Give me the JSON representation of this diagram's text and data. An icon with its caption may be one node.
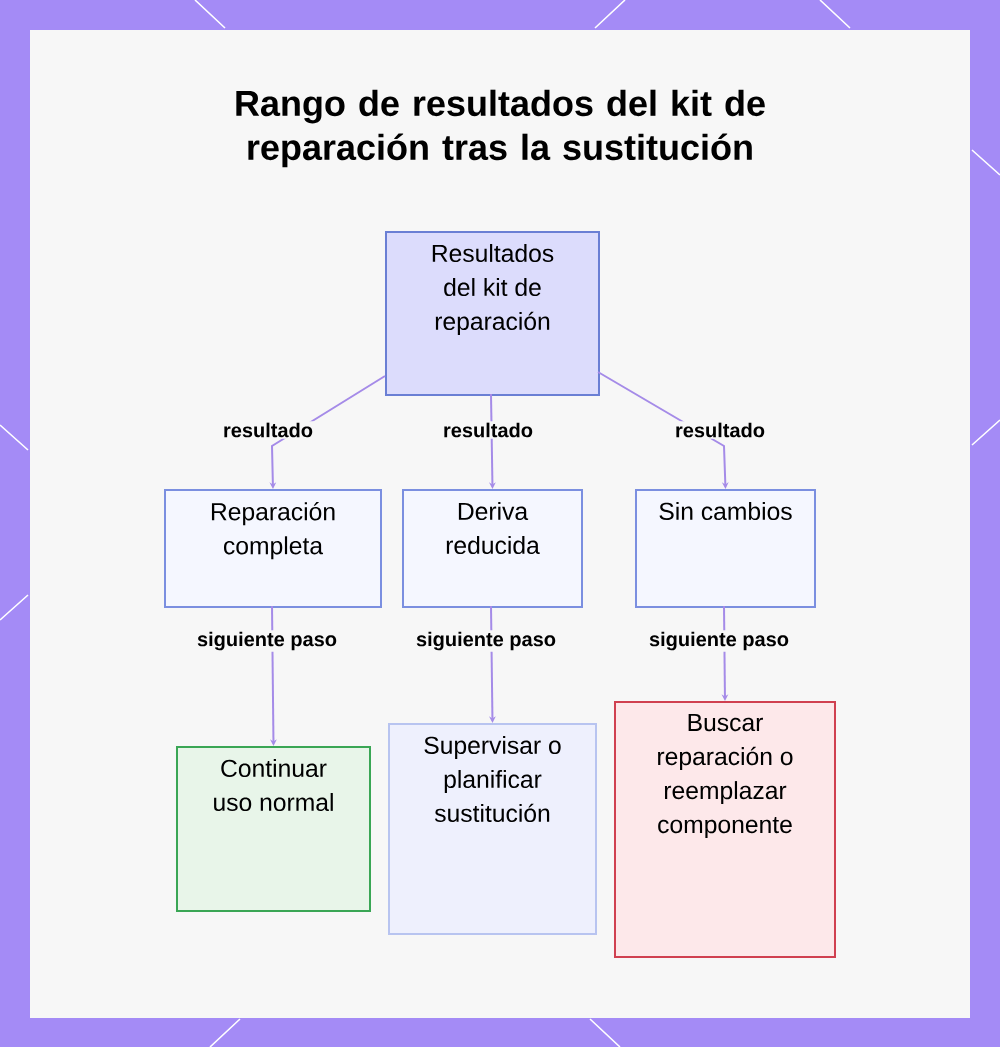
{
  "diagram": {
    "title": "Rango de resultados del kit de reparación tras la sustitución",
    "nodes": [
      {
        "text": [
          "Resultados del kit de reparación"
        ]
      },
      {
        "text": [
          "Reparación completa"
        ]
      },
      {
        "text": [
          "Deriva reducida"
        ]
      },
      {
        "text": [
          "Sin cambios"
        ]
      },
      {
        "text": [
          "Continuar uso normal"
        ]
      },
      {
        "text": [
          "Supervisar o planificar sustitución"
        ]
      },
      {
        "text": [
          "Buscar reparación o reemplazar componente"
        ]
      }
    ],
    "edges": [
      {
        "from": 0,
        "to": 1,
        "arrow": "to",
        "label": "resultado"
      },
      {
        "from": 0,
        "to": 2,
        "arrow": "to",
        "label": "resultado"
      },
      {
        "from": 0,
        "to": 3,
        "arrow": "to",
        "label": "resultado"
      },
      {
        "from": 1,
        "to": 4,
        "arrow": "to",
        "label": "siguiente paso"
      },
      {
        "from": 2,
        "to": 5,
        "arrow": "to",
        "label": "siguiente paso"
      },
      {
        "from": 3,
        "to": 6,
        "arrow": "to",
        "label": "siguiente paso"
      }
    ]
  }
}
